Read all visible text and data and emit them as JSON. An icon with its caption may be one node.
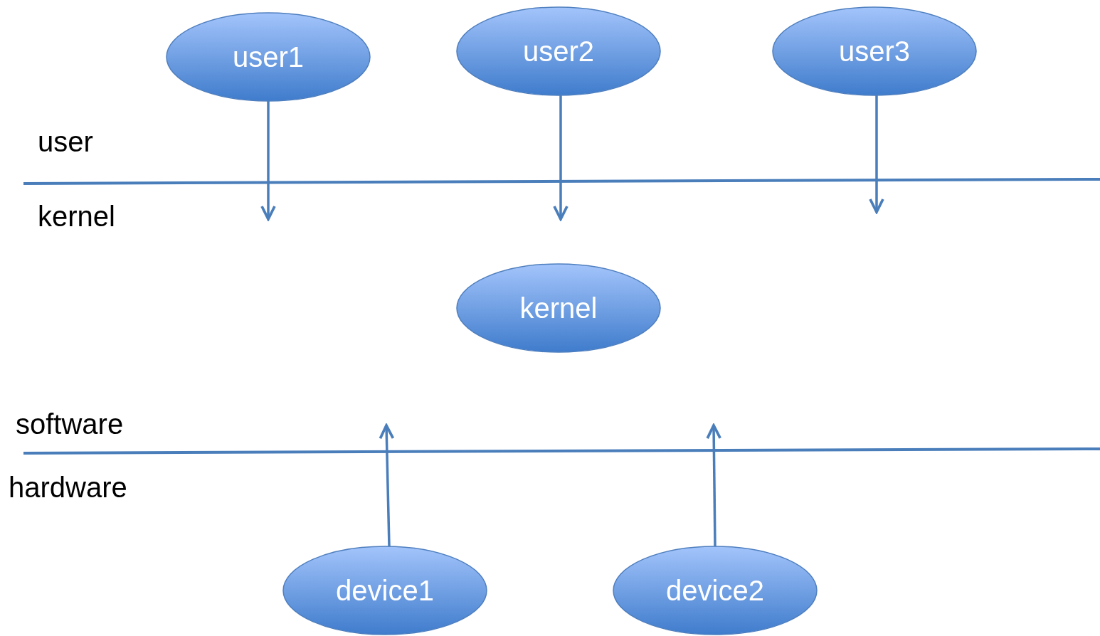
{
  "diagram": {
    "nodes": [
      {
        "text": [
          "user1"
        ]
      },
      {
        "text": [
          "user2"
        ]
      },
      {
        "text": [
          "user3"
        ]
      },
      {
        "text": [
          "kernel"
        ]
      },
      {
        "text": [
          "device1"
        ]
      },
      {
        "text": [
          "device2"
        ]
      }
    ],
    "edges": [
      {
        "from": 0,
        "to": null,
        "arrow": "to"
      },
      {
        "from": 1,
        "to": null,
        "arrow": "to"
      },
      {
        "from": 2,
        "to": null,
        "arrow": "to"
      },
      {
        "from": 4,
        "to": null,
        "arrow": "to"
      },
      {
        "from": 5,
        "to": null,
        "arrow": "to"
      }
    ],
    "labels": [
      "user",
      "kernel",
      "software",
      "hardware"
    ]
  }
}
